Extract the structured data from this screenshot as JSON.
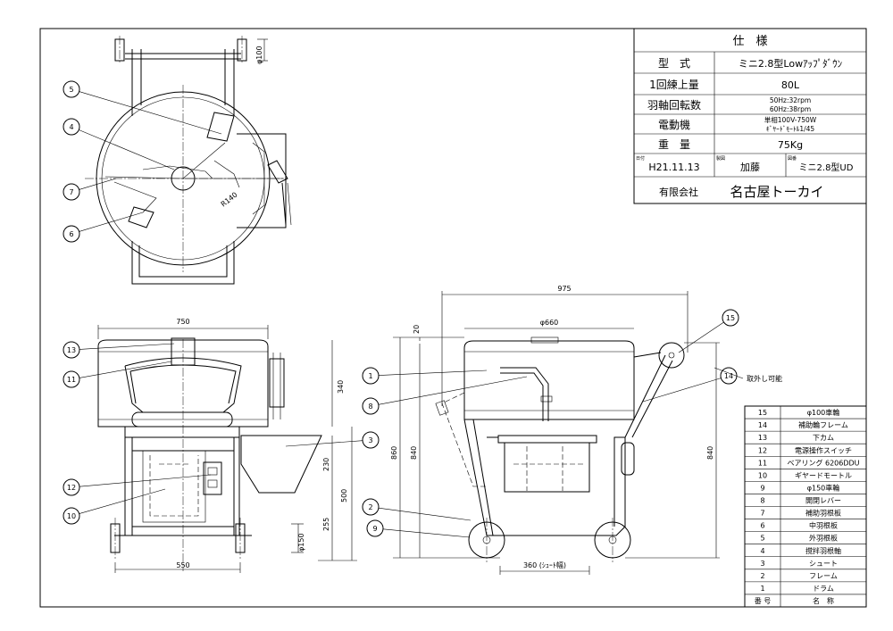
{
  "title_block": {
    "heading": "仕　様",
    "rows": [
      {
        "label": "型　式",
        "value": "ミニ2.8型Lowｱｯﾌﾟﾀﾞｳﾝ"
      },
      {
        "label": "1回練上量",
        "value": "80L"
      },
      {
        "label": "羽軸回転数",
        "value_lines": [
          "50Hz:32rpm",
          "60Hz:38rpm"
        ]
      },
      {
        "label": "電動機",
        "value_lines": [
          "単相100V-750W",
          "ｷﾞﾔｰﾄﾞﾓｰﾄﾙ1/45"
        ]
      },
      {
        "label": "重　量",
        "value": "75Kg"
      }
    ],
    "date_caption": "日付",
    "date": "H21.11.13",
    "maker_caption": "製図",
    "maker": "加藤",
    "drawing_caption": "図番",
    "drawing_no": "ミニ2.8型UD",
    "company_prefix": "有限会社",
    "company_name": "名古屋トーカイ"
  },
  "parts_list": {
    "header_no": "番 号",
    "header_name": "名　称",
    "items": [
      {
        "no": "15",
        "name": "φ100車輪"
      },
      {
        "no": "14",
        "name": "補助輪フレーム"
      },
      {
        "no": "13",
        "name": "下カム"
      },
      {
        "no": "12",
        "name": "電源操作スイッチ"
      },
      {
        "no": "11",
        "name": "ベアリング 6206DDU"
      },
      {
        "no": "10",
        "name": "ギヤードモートル"
      },
      {
        "no": "9",
        "name": "φ150車輪"
      },
      {
        "no": "8",
        "name": "開閉レバー"
      },
      {
        "no": "7",
        "name": "補助羽根板"
      },
      {
        "no": "6",
        "name": "中羽根板"
      },
      {
        "no": "5",
        "name": "外羽根板"
      },
      {
        "no": "4",
        "name": "撹拌羽根軸"
      },
      {
        "no": "3",
        "name": "シュート"
      },
      {
        "no": "2",
        "name": "フレーム"
      },
      {
        "no": "1",
        "name": "ドラム"
      }
    ]
  },
  "annotations": {
    "removable_note": "取外し可能"
  },
  "dimensions": {
    "top_wheel": "φ100",
    "top_radius": "R140",
    "front_width": "750",
    "front_340": "340",
    "front_230": "230",
    "front_500": "500",
    "front_255": "255",
    "front_wheel": "φ150",
    "front_base": "550",
    "side_975": "975",
    "side_drum": "φ660",
    "side_20": "20",
    "side_860": "860",
    "side_840_left": "840",
    "side_840_right": "840",
    "side_chute": "360 (ｼｭｰﾄ幅)"
  },
  "balloons": {
    "b1": "1",
    "b2": "2",
    "b3": "3",
    "b4": "4",
    "b5": "5",
    "b6": "6",
    "b7": "7",
    "b8": "8",
    "b9": "9",
    "b10": "10",
    "b11": "11",
    "b12": "12",
    "b13": "13",
    "b14": "14",
    "b15": "15"
  }
}
